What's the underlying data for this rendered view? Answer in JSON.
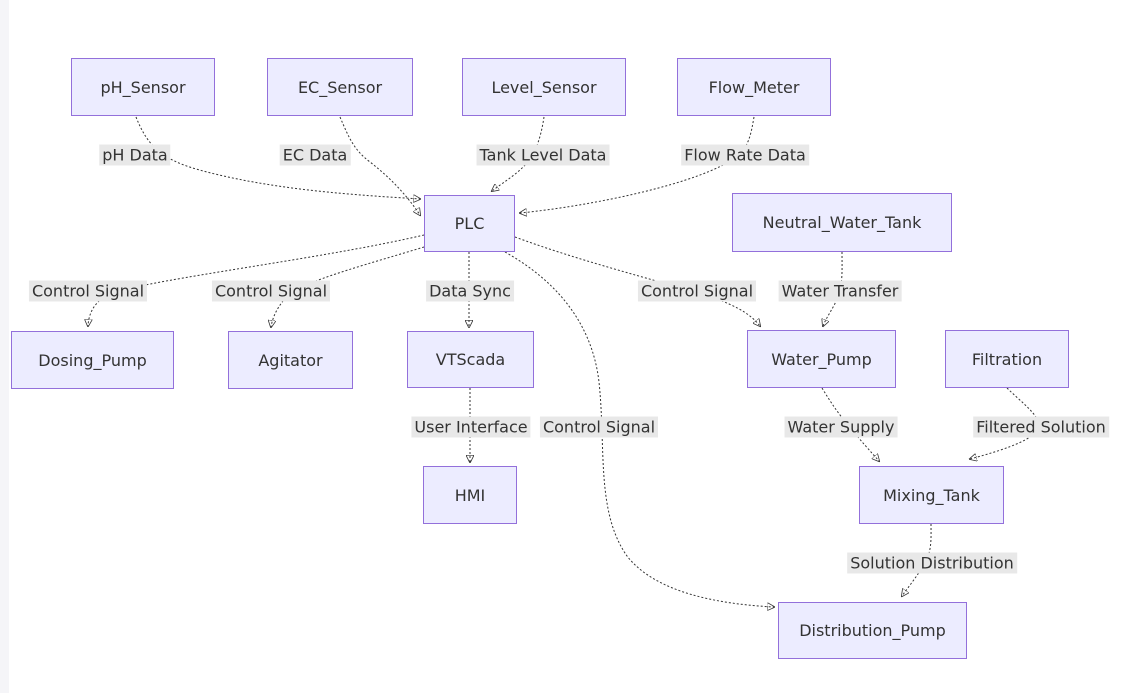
{
  "diagram": {
    "type": "flowchart",
    "direction": "top-down",
    "edge_style": "dotted",
    "colors": {
      "background": "#ffffff",
      "node_fill": "#ECECFF",
      "node_border": "#9370DB",
      "edge_color": "#333333",
      "edge_label_bg": "#e8e8e8",
      "text_color": "#333333",
      "left_strip": "#f5f5f8"
    },
    "nodes": [
      {
        "id": "pH_Sensor",
        "label": "pH_Sensor"
      },
      {
        "id": "EC_Sensor",
        "label": "EC_Sensor"
      },
      {
        "id": "Level_Sensor",
        "label": "Level_Sensor"
      },
      {
        "id": "Flow_Meter",
        "label": "Flow_Meter"
      },
      {
        "id": "PLC",
        "label": "PLC"
      },
      {
        "id": "Neutral_Water_Tank",
        "label": "Neutral_Water_Tank"
      },
      {
        "id": "Dosing_Pump",
        "label": "Dosing_Pump"
      },
      {
        "id": "Agitator",
        "label": "Agitator"
      },
      {
        "id": "VTScada",
        "label": "VTScada"
      },
      {
        "id": "Water_Pump",
        "label": "Water_Pump"
      },
      {
        "id": "Filtration",
        "label": "Filtration"
      },
      {
        "id": "HMI",
        "label": "HMI"
      },
      {
        "id": "Mixing_Tank",
        "label": "Mixing_Tank"
      },
      {
        "id": "Distribution_Pump",
        "label": "Distribution_Pump"
      }
    ],
    "edges": [
      {
        "from": "pH_Sensor",
        "to": "PLC",
        "label": "pH Data"
      },
      {
        "from": "EC_Sensor",
        "to": "PLC",
        "label": "EC Data"
      },
      {
        "from": "Level_Sensor",
        "to": "PLC",
        "label": "Tank Level Data"
      },
      {
        "from": "Flow_Meter",
        "to": "PLC",
        "label": "Flow Rate Data"
      },
      {
        "from": "PLC",
        "to": "Dosing_Pump",
        "label": "Control Signal"
      },
      {
        "from": "PLC",
        "to": "Agitator",
        "label": "Control Signal"
      },
      {
        "from": "PLC",
        "to": "VTScada",
        "label": "Data Sync"
      },
      {
        "from": "PLC",
        "to": "Water_Pump",
        "label": "Control Signal"
      },
      {
        "from": "Neutral_Water_Tank",
        "to": "Water_Pump",
        "label": "Water Transfer"
      },
      {
        "from": "VTScada",
        "to": "HMI",
        "label": "User Interface"
      },
      {
        "from": "PLC",
        "to": "Distribution_Pump",
        "label": "Control Signal"
      },
      {
        "from": "Water_Pump",
        "to": "Mixing_Tank",
        "label": "Water Supply"
      },
      {
        "from": "Filtration",
        "to": "Mixing_Tank",
        "label": "Filtered Solution"
      },
      {
        "from": "Mixing_Tank",
        "to": "Distribution_Pump",
        "label": "Solution Distribution"
      }
    ]
  }
}
